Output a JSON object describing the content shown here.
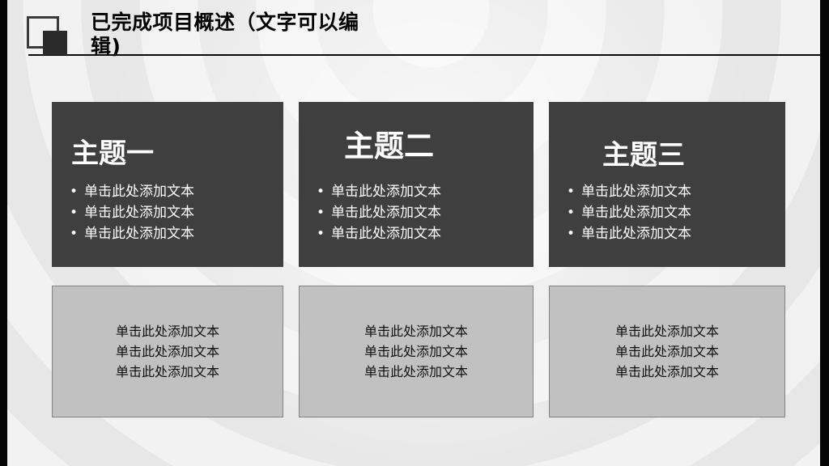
{
  "slide": {
    "title": "已完成项目概述（文字可以编辑)",
    "bullet_char": "•",
    "columns": [
      {
        "header": "主题一",
        "bullets": [
          "单击此处添加文本",
          "单击此处添加文本",
          "单击此处添加文本"
        ],
        "box_lines": [
          "单击此处添加文本",
          "单击此处添加文本",
          "单击此处添加文本"
        ]
      },
      {
        "header": "主题二",
        "bullets": [
          "单击此处添加文本",
          "单击此处添加文本",
          "单击此处添加文本"
        ],
        "box_lines": [
          "单击此处添加文本",
          "单击此处添加文本",
          "单击此处添加文本"
        ]
      },
      {
        "header": "主题三",
        "bullets": [
          "单击此处添加文本",
          "单击此处添加文本",
          "单击此处添加文本"
        ],
        "box_lines": [
          "单击此处添加文本",
          "单击此处添加文本",
          "单击此处添加文本"
        ]
      }
    ]
  },
  "colors": {
    "card_dark": "#3f3f3f",
    "box_gray": "#c1c1c1",
    "box_border": "#828282",
    "edge_black": "#050505",
    "title_text": "#000000",
    "card_text": "#ffffff"
  }
}
